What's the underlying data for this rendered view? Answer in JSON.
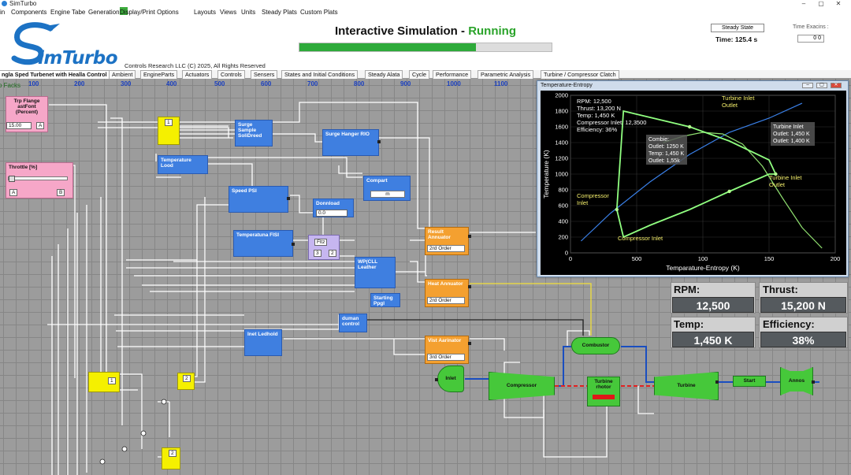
{
  "window": {
    "title": "SimTurbo",
    "minimize": "–",
    "maximize": "▢",
    "close": "✕"
  },
  "menu": [
    "in",
    "Components",
    "Engine Tabe",
    "Generation",
    "Display/Print Options",
    "Layouts",
    "Views",
    "Units",
    "Steady Plats",
    "Custom Plats"
  ],
  "header": {
    "logo_text": "imTurbo",
    "copyright": "Controls Research LLC   (C) 2025,  All Rights Reserved",
    "title_prefix": "Interactive Simulation - ",
    "title_status": "Running",
    "progress_fraction": 0.7,
    "steady_state_button": "Steady State",
    "time_label": "Time: 125.4 s",
    "time_exacins_label": "Time Exacins :",
    "time_exacins_value": "0 0"
  },
  "tabs": [
    "ngla Sped Turbenet with Healla Control",
    "Ambient",
    "EngineParts",
    "Actuators",
    "Controls",
    "Sensers",
    "States and Initial Conditions",
    "Steady Alata",
    "Cycle",
    "Performance",
    "Parametric Analysis",
    "Turbine / Compressor Clatch"
  ],
  "canvas": {
    "packs_label": "o Facks",
    "ruler": [
      "100",
      "200",
      "300",
      "400",
      "500",
      "600",
      "700",
      "800",
      "900",
      "1000",
      "1100"
    ],
    "inputs": {
      "trip_flange": {
        "title": "Trp Flange astFont (Percent)",
        "value": "15.00",
        "button": "A"
      },
      "throttle": {
        "title": "Throttle [%]",
        "btn_a": "A",
        "btn_b": "B"
      }
    },
    "blocks": {
      "surge_sample": "Surge Sample SoliDreed",
      "surge_hanger": "Surge Hanger RIO",
      "temperature_lood": "Temperature Lood",
      "compart": "Compart",
      "compart_sel": "m",
      "speed_psi": "Speed PSI",
      "donnload": "Donnload",
      "donnload_val": "0.0",
      "temperatuna_fisi": "Temperatuna FISI",
      "fitz": "Fltz",
      "fitz_a": "3",
      "fitz_b": "2",
      "wpcll": "WP(CLL Leather",
      "result_annuator": "Result Annuator",
      "result_order": "2rd Order",
      "heat_annuator": "Heat Annuator",
      "heat_order": "2rd Order",
      "starting_ppl": "Starting Ppgl",
      "duman_control": "duman control",
      "inet_ledhold": "Inet Ledhold",
      "vist_aarinator": "Vist Aarinator",
      "vist_order": "3rd Order",
      "yellow_top": "1",
      "yellow_left": "1",
      "yellow_mid": "2",
      "yellow_bottom": "2"
    },
    "engine": {
      "inlet": "Inlet",
      "compressor": "Compressor",
      "combustor": "Combustor",
      "turbine_rotor": "Turbine rhotor",
      "turbine": "Turbine",
      "start": "Start",
      "annos": "Annos"
    }
  },
  "te_window": {
    "title": "Temperature-Entropy",
    "stats_text": [
      "RPM: 12,500",
      "Thrust: 13,200 N",
      "Temp: 1,450 K",
      "Compressor Inlet: 12,3500",
      "Efficiency: 36%"
    ],
    "combie_box": [
      "Combie:",
      "Outlet: 1250 K",
      "Temp: 1,450 K",
      "Outlet: 1,55k"
    ],
    "turbine_box": [
      "Turbine Inlet",
      "Outlet: 1,450 K",
      "Outlet: 1,400 K"
    ],
    "labels": {
      "turbine_inlet_outlet_top": [
        "Turbine Inlet",
        "Outlet"
      ],
      "turbine_inlet_outlet_right": [
        "Turbine Inlet",
        "Outlet"
      ],
      "compressor_inlet_left": [
        "Compressor",
        "Inlet"
      ],
      "compressor_inlet_bottom": "Compressor Inlet"
    }
  },
  "chart_data": {
    "type": "line",
    "title": "",
    "xlabel": "Temparature-Entropy (K)",
    "ylabel": "Temperature (K)",
    "xlim": [
      0,
      200
    ],
    "ylim": [
      0,
      2000
    ],
    "xticks": [
      "0",
      "500",
      "100",
      "150",
      "200"
    ],
    "xtick_values": [
      0,
      50,
      100,
      150,
      200
    ],
    "yticks": [
      "0",
      "200",
      "400",
      "600",
      "800",
      "1000",
      "1200",
      "1400",
      "1600",
      "1800",
      "2000"
    ],
    "ytick_values": [
      0,
      200,
      400,
      600,
      800,
      1000,
      1200,
      1400,
      1600,
      1800,
      2000
    ],
    "grid": true,
    "series": [
      {
        "color": "#3a80e8",
        "x": [
          8,
          30,
          60,
          90,
          120,
          150,
          175
        ],
        "y": [
          150,
          500,
          900,
          1250,
          1530,
          1710,
          1900
        ]
      },
      {
        "color": "#90e070",
        "x": [
          70,
          85,
          100,
          115,
          130,
          145,
          160,
          175,
          190
        ],
        "y": [
          1400,
          1480,
          1530,
          1510,
          1380,
          1100,
          700,
          320,
          60
        ]
      },
      {
        "color": "#90ff80",
        "x": [
          35,
          40,
          60,
          90,
          120,
          150,
          155,
          150,
          120,
          90,
          60,
          40,
          35
        ],
        "y": [
          550,
          200,
          350,
          550,
          780,
          1000,
          1000,
          1180,
          1420,
          1600,
          1720,
          1800,
          550
        ]
      }
    ]
  },
  "stats": {
    "rpm_label": "RPM:",
    "rpm_value": "12,500",
    "thrust_label": "Thrust:",
    "thrust_value": "15,200 N",
    "temp_label": "Temp:",
    "temp_value": "1,450 K",
    "eff_label": "Efficiency:",
    "eff_value": "38%"
  }
}
